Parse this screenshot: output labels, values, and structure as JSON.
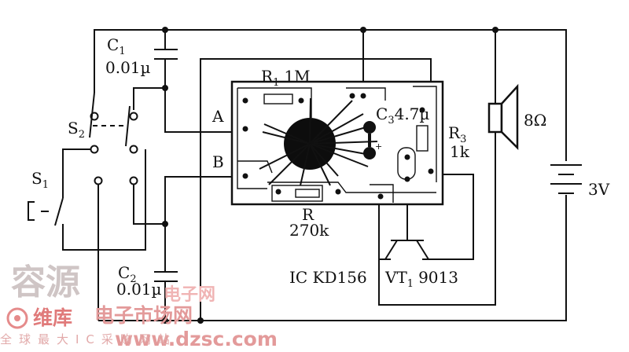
{
  "components": {
    "c1": {
      "name": "C",
      "sub": "1",
      "value": "0.01µ"
    },
    "c2": {
      "name": "C",
      "sub": "2",
      "value": "0.01µ"
    },
    "c3": {
      "name": "C",
      "sub": "3",
      "value": "4.7µ"
    },
    "r1": {
      "name": "R",
      "sub": "1",
      "value": "1M"
    },
    "r": {
      "name": "R",
      "value": "270k"
    },
    "r3": {
      "name": "R",
      "sub": "3",
      "value": "1k"
    },
    "s1": {
      "name": "S",
      "sub": "1"
    },
    "s2": {
      "name": "S",
      "sub": "2"
    },
    "speaker": {
      "value": "8Ω"
    },
    "battery": {
      "value": "3V"
    },
    "ic": {
      "label": "IC KD156"
    },
    "transistor": {
      "name": "VT",
      "sub": "1",
      "value": "9013"
    },
    "pins": {
      "a": "A",
      "b": "B"
    }
  },
  "watermark": {
    "logo_text": "容源",
    "site_faded": "电子网",
    "brand": "维库",
    "site": "电子市场网",
    "url": "www.dzsc.com",
    "slogan": "全球最大IC采购网站"
  }
}
